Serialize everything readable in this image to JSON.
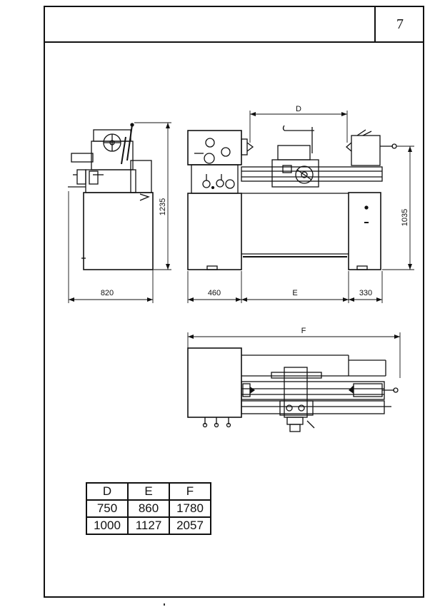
{
  "page": {
    "number": "7"
  },
  "drawing": {
    "dimensions": {
      "height_total": "1235",
      "width_side": "820",
      "height_center": "1035",
      "len_left": "460",
      "len_mid": "E",
      "len_right": "330",
      "between_centers": "D",
      "overall_length": "F"
    }
  },
  "table": {
    "headers": [
      "D",
      "E",
      "F"
    ],
    "rows": [
      [
        "750",
        "860",
        "1780"
      ],
      [
        "1000",
        "1127",
        "2057"
      ]
    ]
  }
}
